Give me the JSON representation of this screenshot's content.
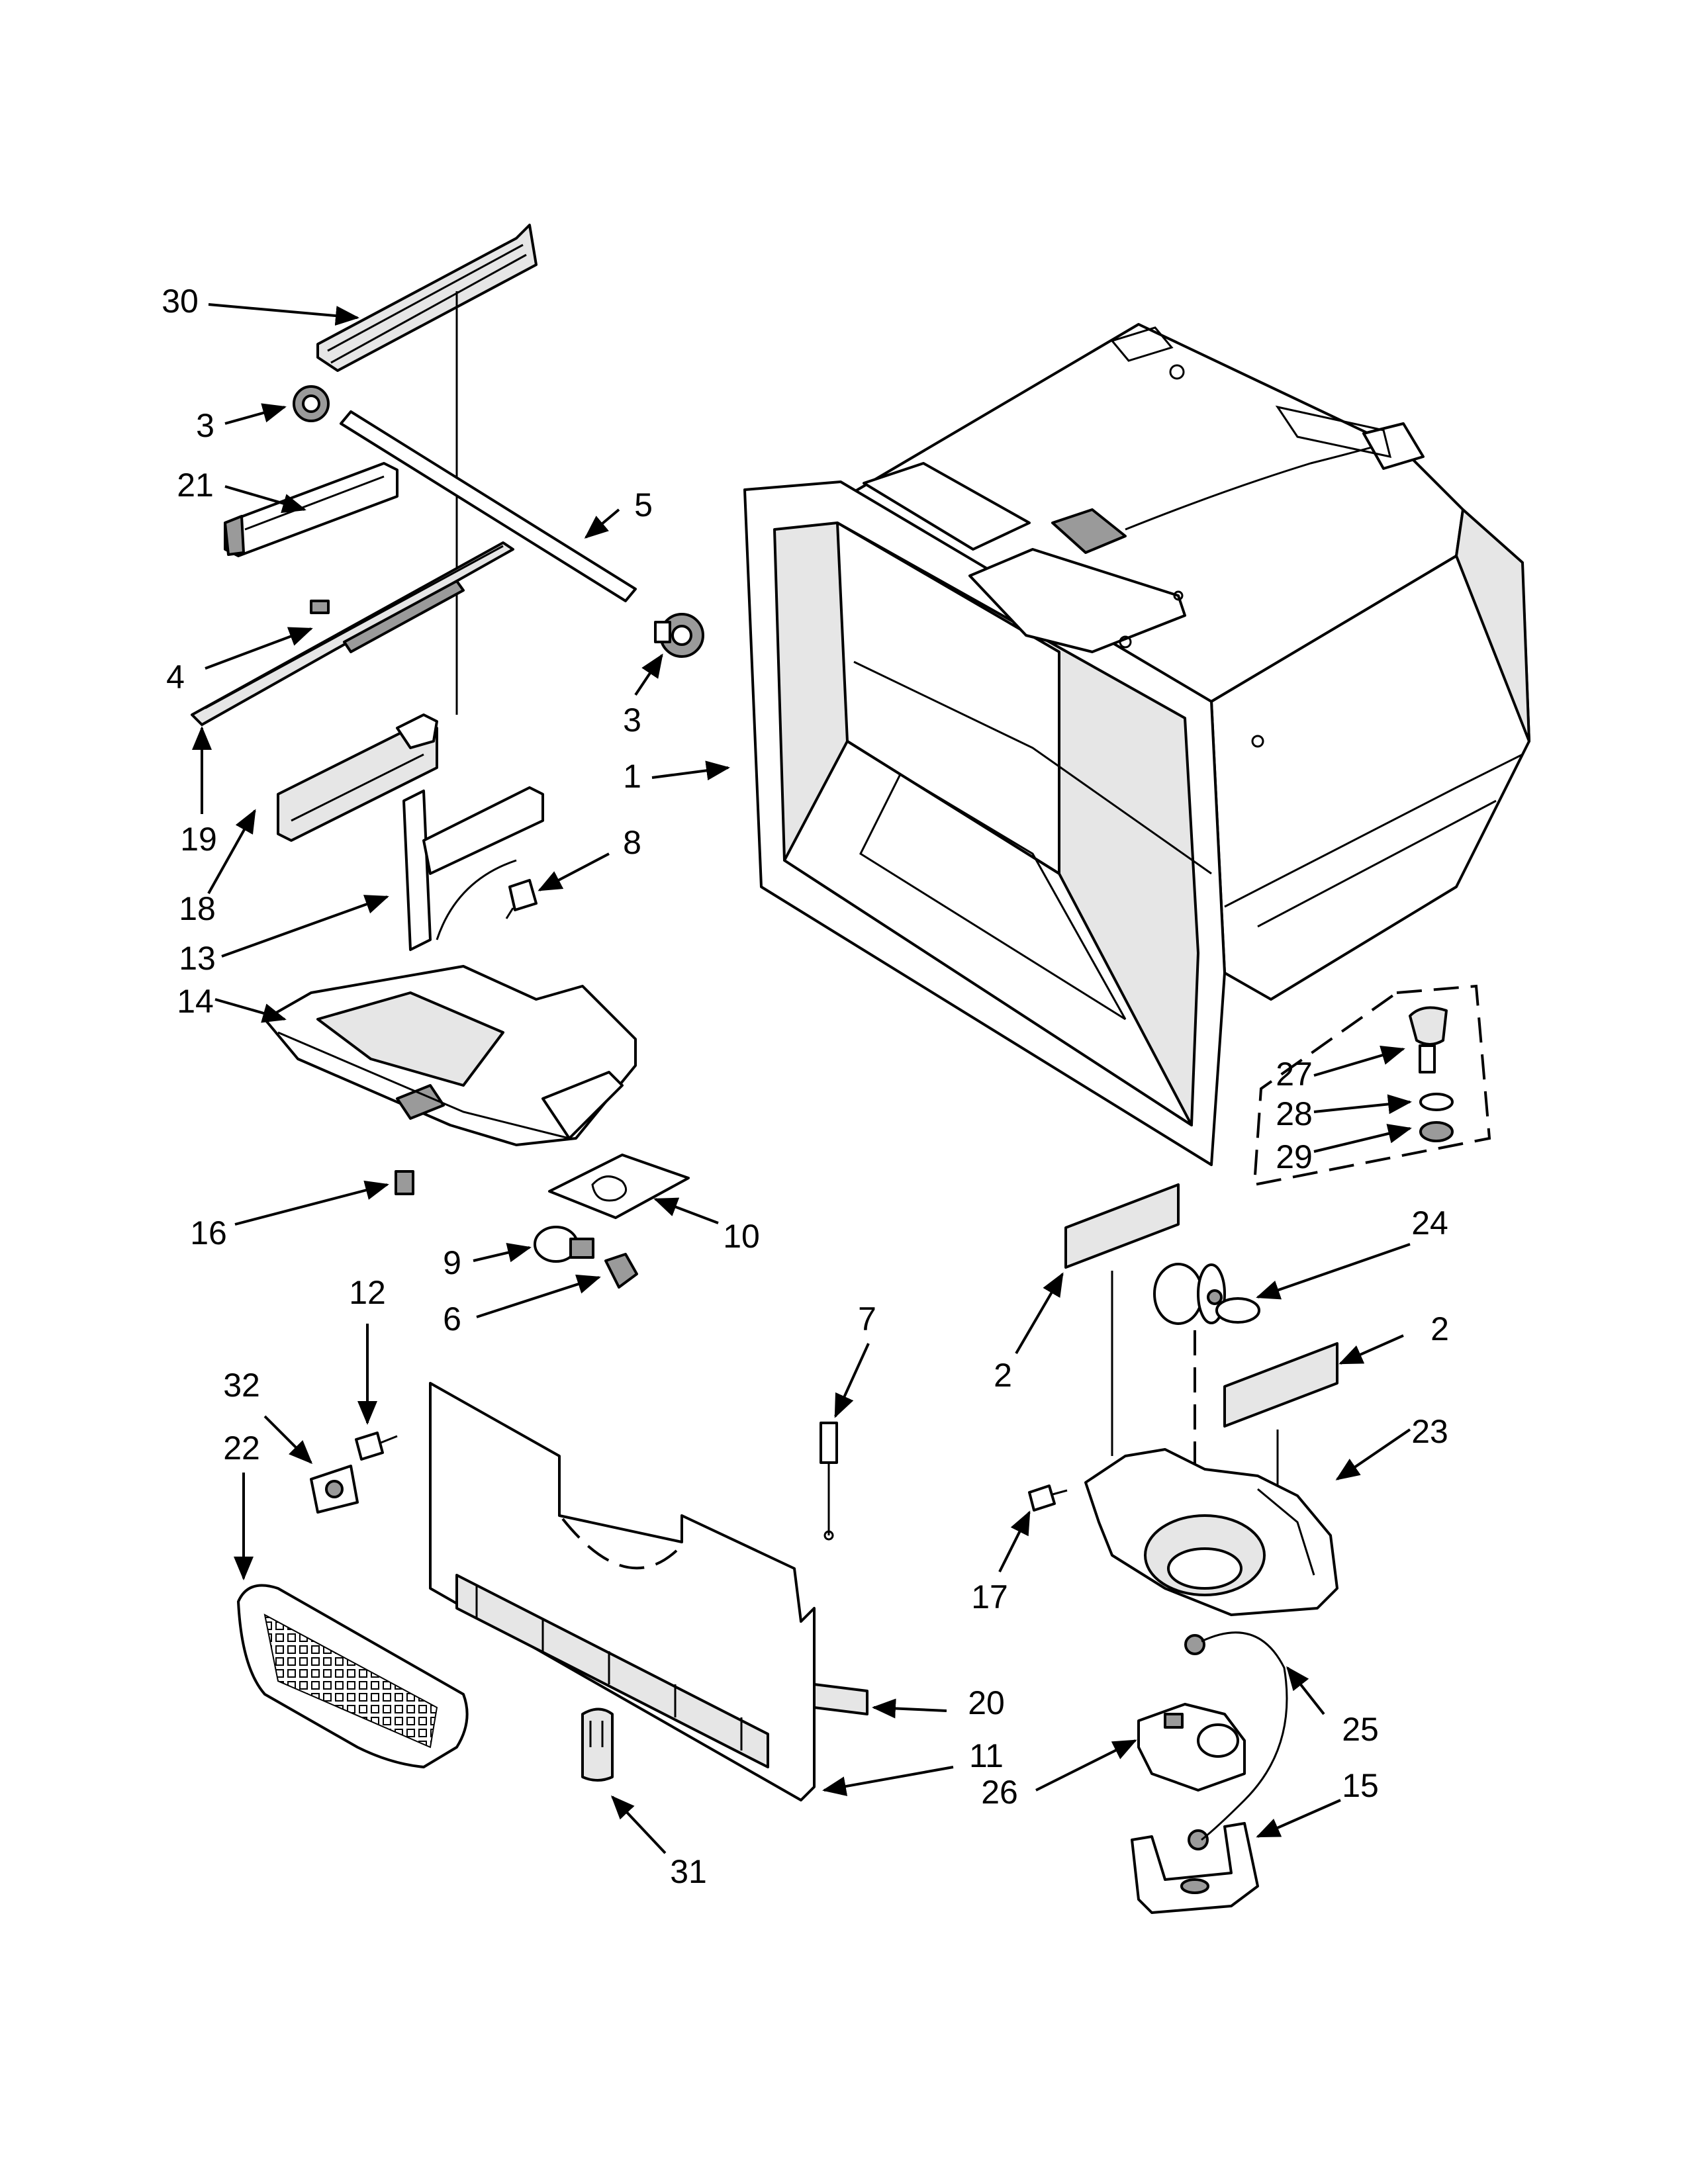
{
  "callouts": [
    "30",
    "3",
    "21",
    "5",
    "4",
    "3",
    "1",
    "19",
    "18",
    "8",
    "13",
    "14",
    "27",
    "28",
    "29",
    "16",
    "10",
    "24",
    "9",
    "6",
    "7",
    "2",
    "2",
    "12",
    "32",
    "22",
    "23",
    "17",
    "20",
    "25",
    "11",
    "26",
    "15",
    "31"
  ],
  "colors": {
    "line": "#000000",
    "background": "#ffffff",
    "shade": "#9a9a9a",
    "light": "#e6e6e6"
  }
}
